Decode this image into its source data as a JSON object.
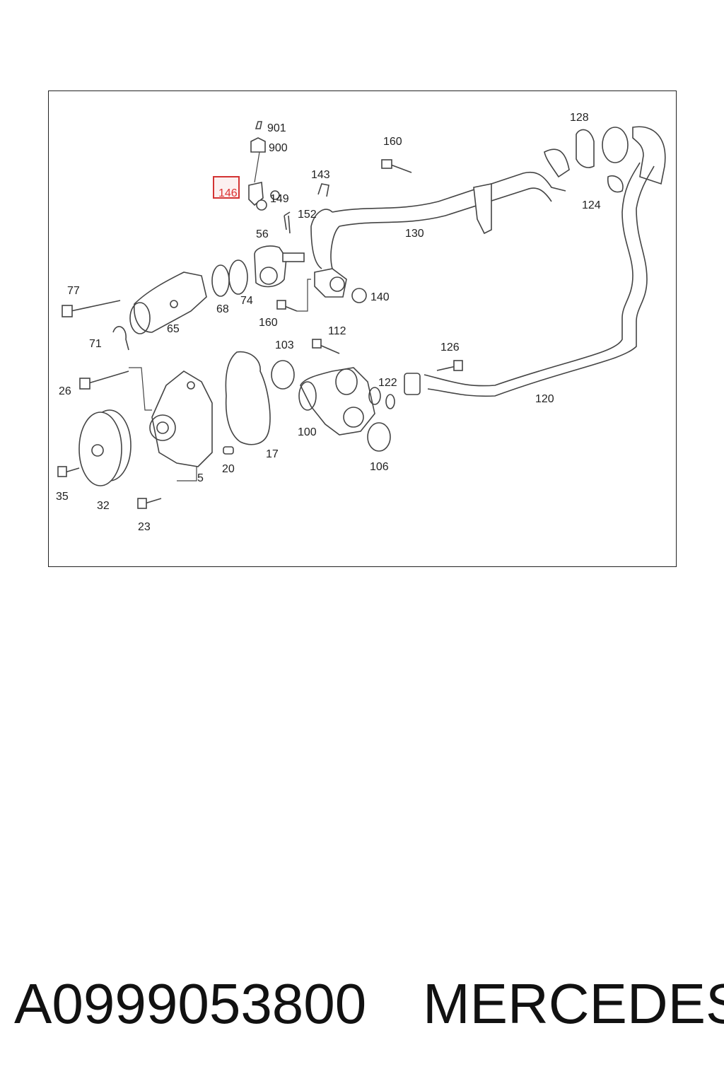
{
  "diagram": {
    "highlighted_label": "146",
    "labels": {
      "l901": "901",
      "l900": "900",
      "l146": "146",
      "l149": "149",
      "l143": "143",
      "l152": "152",
      "l56": "56",
      "l160a": "160",
      "l128": "128",
      "l124": "124",
      "l130": "130",
      "l77": "77",
      "l68": "68",
      "l74": "74",
      "l65": "65",
      "l140": "140",
      "l160b": "160",
      "l71": "71",
      "l112": "112",
      "l103": "103",
      "l126": "126",
      "l26": "26",
      "l122": "122",
      "l120": "120",
      "l100": "100",
      "l17": "17",
      "l106": "106",
      "l20": "20",
      "l5": "5",
      "l35": "35",
      "l32": "32",
      "l23": "23"
    },
    "highlight_color": "#d33333"
  },
  "footer": {
    "part_number": "A0999053800",
    "brand": "MERCEDES"
  }
}
